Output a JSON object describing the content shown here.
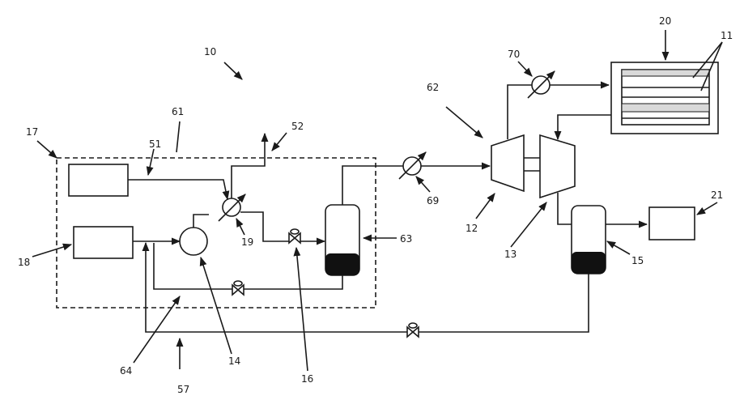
{
  "labels": {
    "system": "10",
    "display_panel": "11",
    "expander": "12",
    "compressor": "13",
    "pump": "14",
    "separator_right": "15",
    "expansion_valve": "16",
    "box_17": "17",
    "box_18": "18",
    "heat_exchanger_19": "19",
    "housing_20": "20",
    "box_21": "21",
    "line_51": "51",
    "line_52": "52",
    "line_57": "57",
    "region_61": "61",
    "region_62": "62",
    "separator_left": "63",
    "line_64": "64",
    "heat_exchanger_69": "69",
    "heat_exchanger_70": "70"
  },
  "colors": {
    "line": "#1a1a1a",
    "liquid_fill": "#111111",
    "panel_band": "#d9d9d9"
  }
}
